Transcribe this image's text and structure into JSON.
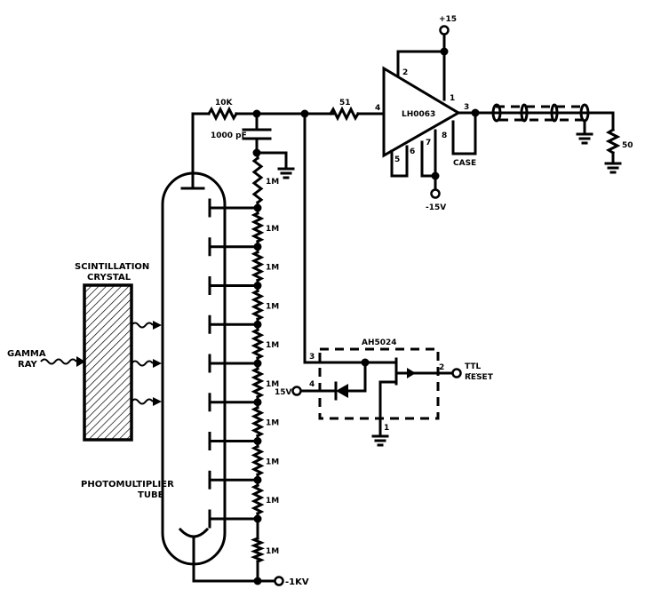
{
  "diagram": {
    "type": "circuit-schematic",
    "labels": {
      "gamma_ray": [
        "GAMMA",
        "RAY"
      ],
      "scintillation_crystal": [
        "SCINTILLATION",
        "CRYSTAL"
      ],
      "photomultiplier_tube": [
        "PHOTOMULTIPLIER",
        "TUBE"
      ],
      "supply_negative_hv": "-1KV",
      "supply_positive": "+15",
      "supply_negative": "-15V",
      "case": "CASE",
      "reset_input_voltage": "15V",
      "ttl_reset": [
        "TTL",
        "RESET"
      ]
    },
    "components": {
      "r_anode": "10K",
      "c_anode": "1000 pF",
      "r_series": "51",
      "r_load": "50",
      "amplifier": "LH0063",
      "switch": "AH5024",
      "divider_resistors": [
        "1M",
        "1M",
        "1M",
        "1M",
        "1M",
        "1M",
        "1M",
        "1M",
        "1M",
        "1M"
      ]
    },
    "amplifier_pins": {
      "input": "4",
      "v_plus_a": "2",
      "v_plus_b": "1",
      "output": "3",
      "pin5": "5",
      "pin6": "6",
      "pin7": "7",
      "pin8": "8"
    },
    "switch_pins": {
      "drain": "3",
      "gate": "4",
      "source_out": "2",
      "ground": "1"
    },
    "dynode_count": 9,
    "photon_arrows": 3
  }
}
